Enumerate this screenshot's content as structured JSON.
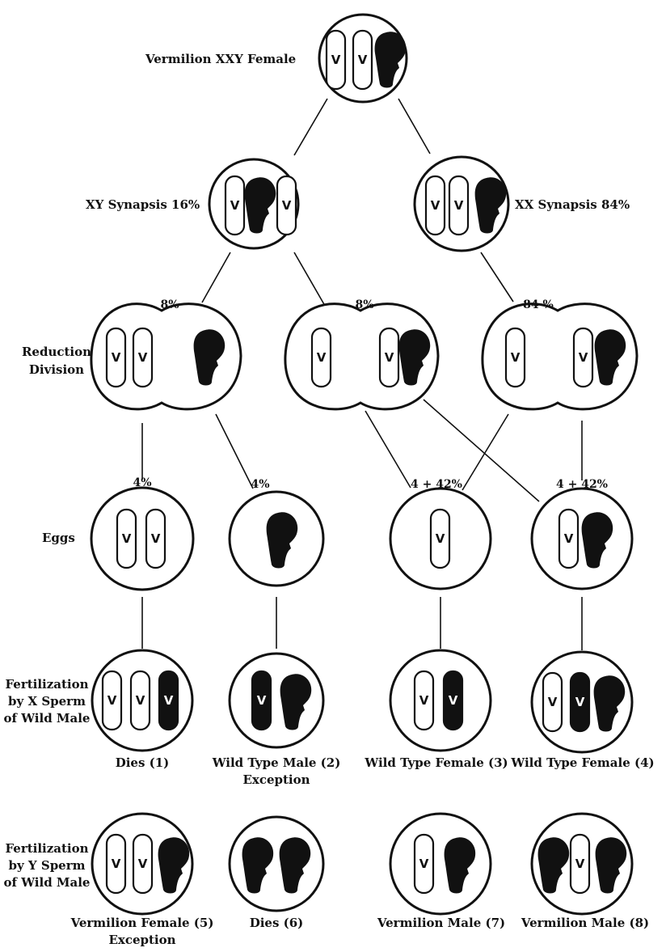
{
  "diagram": {
    "v_symbol": "V",
    "labels": {
      "top": "Vermilion XXY Female",
      "xy_synapsis": "XY Synapsis 16%",
      "xx_synapsis": "XX Synapsis 84%",
      "reduction_line1": "Reduction",
      "reduction_line2": "Division",
      "eggs": "Eggs",
      "fert_x_line1": "Fertilization",
      "fert_x_line2": "by X Sperm",
      "fert_x_line3": "of Wild Male",
      "fert_y_line1": "Fertilization",
      "fert_y_line2": "by Y Sperm",
      "fert_y_line3": "of Wild Male"
    },
    "percents": {
      "rd1": "8%",
      "rd2": "8%",
      "rd3": "84 %",
      "egg1": "4%",
      "egg2": "4%",
      "egg3": "4 + 42%",
      "egg4": "4 + 42%"
    },
    "captions_x": {
      "c1": "Dies (1)",
      "c2_line1": "Wild Type Male (2)",
      "c2_line2": "Exception",
      "c3": "Wild Type Female (3)",
      "c4": "Wild Type Female (4)"
    },
    "captions_y": {
      "c5_line1": "Vermilion Female (5)",
      "c5_line2": "Exception",
      "c6": "Dies (6)",
      "c7": "Vermilion Male (7)",
      "c8": "Vermilion Male (8)"
    }
  }
}
